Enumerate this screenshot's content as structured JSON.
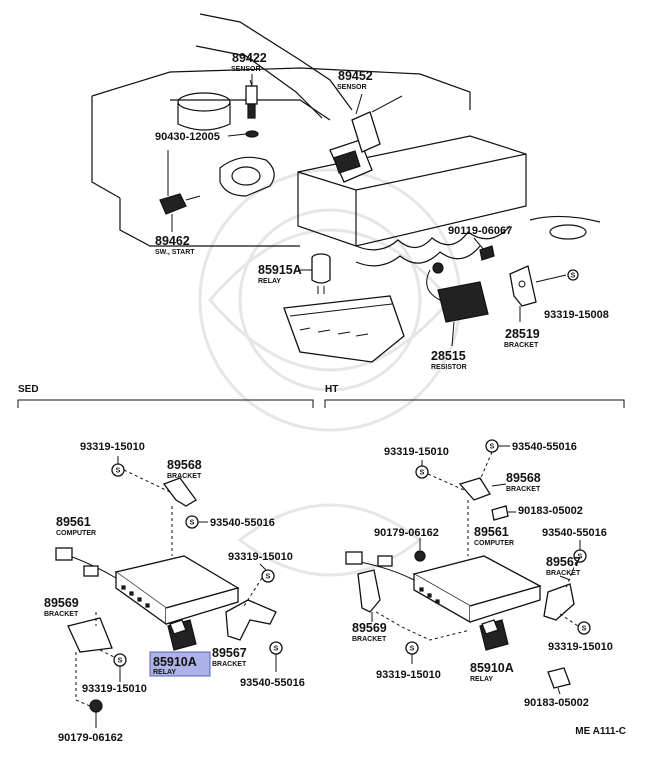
{
  "sections": {
    "sed": "SED",
    "ht": "HT"
  },
  "diagram_code": "ME A111-C",
  "upper": {
    "p89422": {
      "num": "89422",
      "name": "SENSOR"
    },
    "p89452": {
      "num": "89452",
      "name": "SENSOR"
    },
    "p90430": {
      "num": "90430-12005"
    },
    "p89462": {
      "num": "89462",
      "name": "SW., START"
    },
    "p85915a": {
      "num": "85915A",
      "name": "RELAY"
    },
    "p90119": {
      "num": "90119-06067"
    },
    "p93319_15008": {
      "num": "93319-15008"
    },
    "p28519": {
      "num": "28519",
      "name": "BRACKET"
    },
    "p28515": {
      "num": "28515",
      "name": "RESISTOR"
    }
  },
  "sed": {
    "p93319_top": {
      "num": "93319-15010"
    },
    "p89568": {
      "num": "89568",
      "name": "BRACKET"
    },
    "p93540_a": {
      "num": "93540-55016"
    },
    "p89561": {
      "num": "89561",
      "name": "COMPUTER"
    },
    "p93319_mid": {
      "num": "93319-15010"
    },
    "p89569": {
      "num": "89569",
      "name": "BRACKET"
    },
    "p85910a": {
      "num": "85910A",
      "name": "RELAY"
    },
    "p89567": {
      "num": "89567",
      "name": "BRACKET"
    },
    "p93540_b": {
      "num": "93540-55016"
    },
    "p93319_bot": {
      "num": "93319-15010"
    },
    "p90179": {
      "num": "90179-06162"
    }
  },
  "ht": {
    "p93319_top": {
      "num": "93319-15010"
    },
    "p93540_top": {
      "num": "93540-55016"
    },
    "p89568": {
      "num": "89568",
      "name": "BRACKET"
    },
    "p90183_a": {
      "num": "90183-05002"
    },
    "p90179": {
      "num": "90179-06162"
    },
    "p89561": {
      "num": "89561",
      "name": "COMPUTER"
    },
    "p93540_mid": {
      "num": "93540-55016"
    },
    "p89567": {
      "num": "89567",
      "name": "BRACKET"
    },
    "p89569": {
      "num": "89569",
      "name": "BRACKET"
    },
    "p93319_right": {
      "num": "93319-15010"
    },
    "p93319_bot": {
      "num": "93319-15010"
    },
    "p85910a": {
      "num": "85910A",
      "name": "RELAY"
    },
    "p90183_b": {
      "num": "90183-05002"
    }
  }
}
